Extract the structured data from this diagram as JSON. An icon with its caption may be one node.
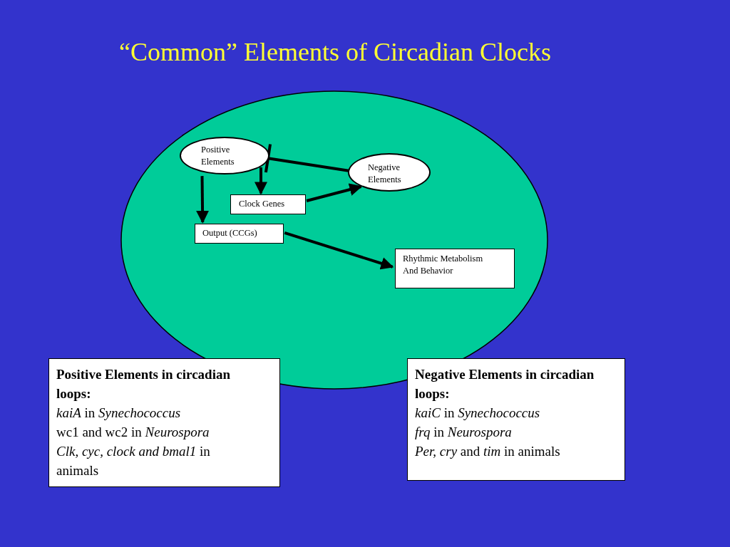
{
  "diagram": {
    "title": "“Common” Elements of Circadian Clocks",
    "nodes": [
      {
        "text": [
          "Positive Elements"
        ]
      },
      {
        "text": [
          "Negative Elements"
        ]
      },
      {
        "text": [
          "Clock Genes"
        ]
      },
      {
        "text": [
          "Output (CCGs)"
        ]
      },
      {
        "text": [
          "Rhythmic Metabolism And Behavior"
        ]
      },
      {
        "text": [
          "Positive Elements in circadian loops:",
          "*kaiA* in *Synechococcus*",
          "wc1 and wc2 in *Neurospora*",
          "*Clk, cyc, clock and bmal1* in animals"
        ]
      },
      {
        "text": [
          "Negative Elements in circadian loops:",
          "*kaiC* in *Synechococcus*",
          "*frq* in *Neurospora*",
          "*Per, cry* and *tim* in animals"
        ]
      }
    ],
    "edges": [
      {
        "from": 0,
        "to": 3,
        "arrow": "to"
      },
      {
        "from": 0,
        "to": 2,
        "arrow": "to"
      },
      {
        "from": 1,
        "to": 0,
        "arrow": "other"
      },
      {
        "from": 2,
        "to": 1,
        "arrow": "to"
      },
      {
        "from": 3,
        "to": 4,
        "arrow": "to"
      }
    ]
  }
}
